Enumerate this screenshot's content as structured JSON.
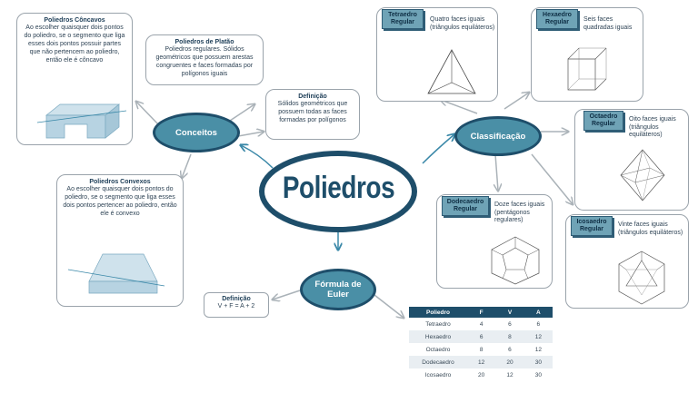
{
  "center": {
    "title": "Poliedros"
  },
  "nodes": {
    "conceitos": "Conceitos",
    "classificacao": "Classificação",
    "euler": "Fórmula de Euler"
  },
  "conceitos": {
    "concavos": {
      "title": "Poliedros Côncavos",
      "text": "Ao escolher quaisquer dois pontos do poliedro, se o segmento que liga esses dois pontos possuir partes que não pertencem ao poliedro, então ele é côncavo"
    },
    "platao": {
      "title": "Poliedros de Platão",
      "text": "Poliedros regulares. Sólidos geométricos que possuem arestas congruentes e faces formadas por polígonos iguais"
    },
    "definicao": {
      "title": "Definição",
      "text": "Sólidos geométricos que possuem todas as faces formadas por polígonos"
    },
    "convexos": {
      "title": "Poliedros Convexos",
      "text": "Ao escolher quaisquer dois pontos do poliedro, se o segmento que liga esses dois pontos pertencer ao poliedro, então ele é convexo"
    }
  },
  "classificacao": {
    "tetraedro": {
      "tag": "Tetraedro Regular",
      "text": "Quatro faces iguais (triângulos equiláteros)"
    },
    "hexaedro": {
      "tag": "Hexaedro Regular",
      "text": "Seis faces quadradas iguais"
    },
    "octaedro": {
      "tag": "Octaedro Regular",
      "text": "Oito faces iguais (triângulos equiláteros)"
    },
    "dodecaedro": {
      "tag": "Dodecaedro Regular",
      "text": "Doze faces iguais (pentágonos regulares)"
    },
    "icosaedro": {
      "tag": "Icosaedro Regular",
      "text": "Vinte faces iguais (triângulos equiláteros)"
    }
  },
  "euler": {
    "def_title": "Definição",
    "formula": "V + F = A + 2"
  },
  "table": {
    "headers": [
      "Poliedro",
      "F",
      "V",
      "A"
    ],
    "rows": [
      [
        "Tetraedro",
        "4",
        "6",
        "6"
      ],
      [
        "Hexaedro",
        "6",
        "8",
        "12"
      ],
      [
        "Octaedro",
        "8",
        "6",
        "12"
      ],
      [
        "Dodecaedro",
        "12",
        "20",
        "30"
      ],
      [
        "Icosaedro",
        "20",
        "12",
        "30"
      ]
    ]
  },
  "colors": {
    "primary": "#1e4e6a",
    "bubble": "#4a8fa6",
    "tag": "#6fa3b6",
    "line": "#aab2b8"
  }
}
